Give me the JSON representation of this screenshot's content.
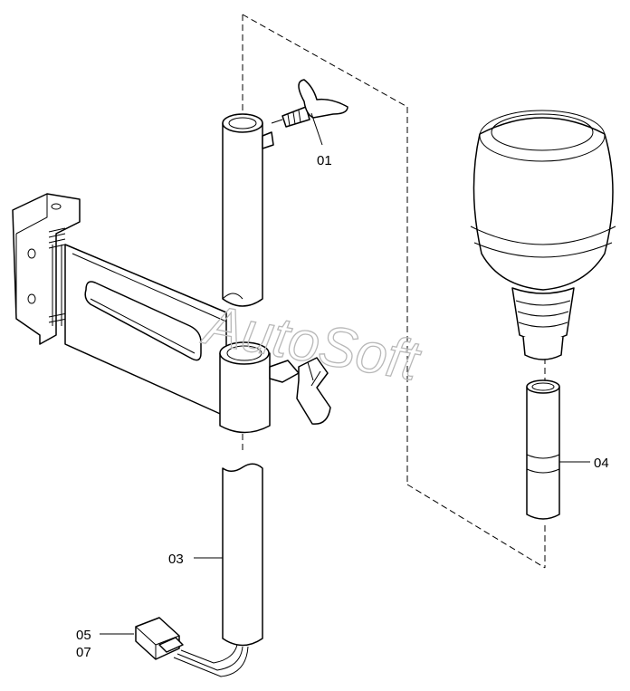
{
  "labels": {
    "p01": "01",
    "p03": "03",
    "p04": "04",
    "p05": "05",
    "p07": "07"
  },
  "watermark": "AutoSoft",
  "colors": {
    "line": "#000000",
    "watermark": "#b8b8b8",
    "background": "#ffffff"
  }
}
